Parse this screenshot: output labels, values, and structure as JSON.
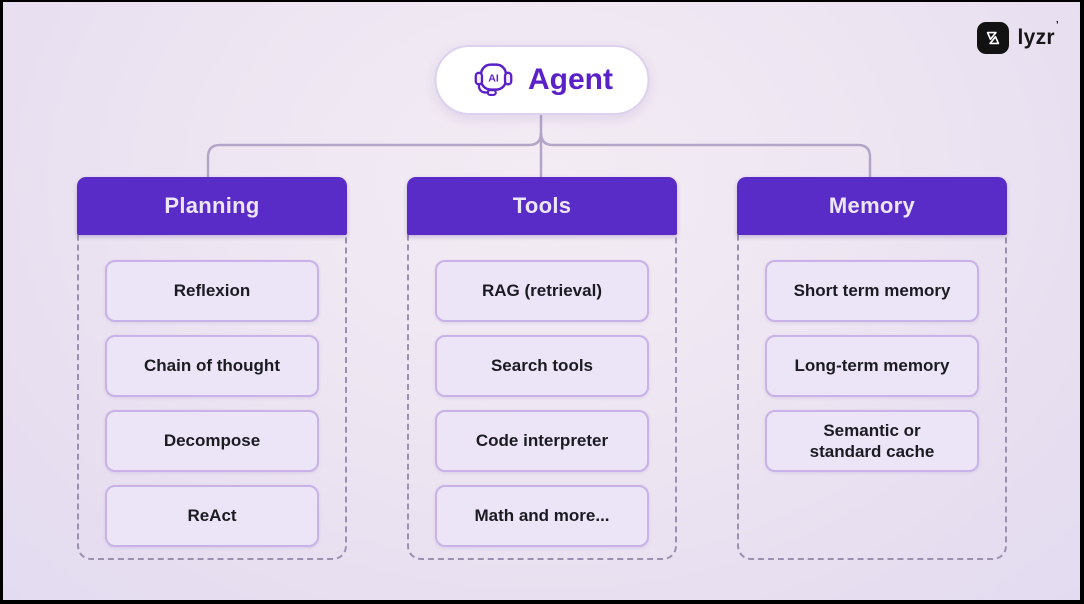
{
  "brand": {
    "wordmark": "lyzr",
    "trademark": "’",
    "logo_icon": "lyzr-logo-icon"
  },
  "root_node": {
    "label": "Agent",
    "icon": "ai-headset-icon"
  },
  "columns": [
    {
      "title": "Planning",
      "items": [
        "Reflexion",
        "Chain of thought",
        "Decompose",
        "ReAct"
      ]
    },
    {
      "title": "Tools",
      "items": [
        "RAG (retrieval)",
        "Search tools",
        "Code interpreter",
        "Math and more..."
      ]
    },
    {
      "title": "Memory",
      "items": [
        "Short term memory",
        "Long-term memory",
        "Semantic or\nstandard cache"
      ]
    }
  ],
  "colors": {
    "header_purple": "#5a2cc7",
    "agent_purple": "#5b21c9",
    "background_lavender": "#ece4f1",
    "item_background": "#ece5f7",
    "item_border": "#c8b2e7",
    "dashed_border": "#9c8fb0",
    "connector_line": "#b3a5c8",
    "frame_black": "#000000"
  }
}
